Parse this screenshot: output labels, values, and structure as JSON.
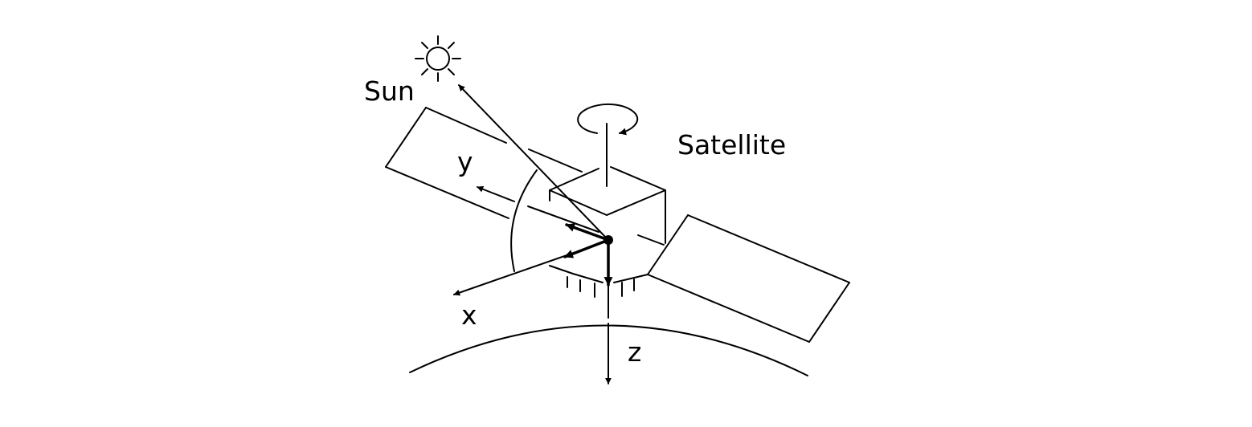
{
  "labels": {
    "sun": "Sun",
    "satellite": "Satellite",
    "x_axis": "x",
    "y_axis": "y",
    "z_axis": "z"
  },
  "icons": {
    "sun": "sun-icon",
    "rotation": "rotation-arrow-icon"
  },
  "colors": {
    "stroke": "#000000",
    "background": "#ffffff"
  }
}
